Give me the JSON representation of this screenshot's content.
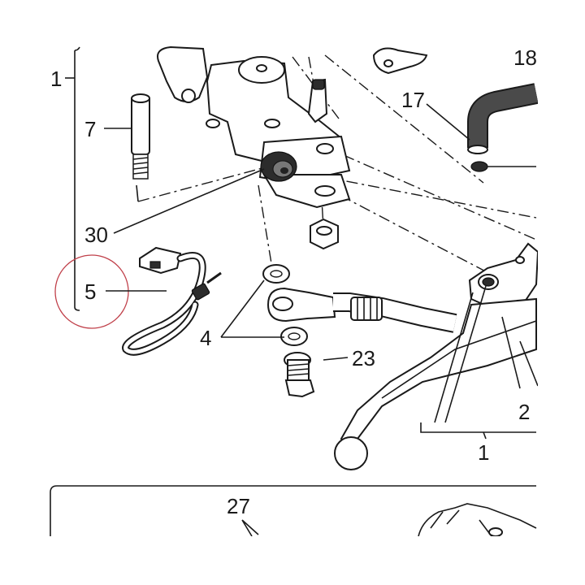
{
  "callouts": {
    "c1_top": "1",
    "c7": "7",
    "c30": "30",
    "c5": "5",
    "c4": "4",
    "c23": "23",
    "c17": "17",
    "c18": "18",
    "c2": "2",
    "c1_bottom": "1",
    "c27": "27"
  },
  "colors": {
    "ink": "#1a1a1a",
    "highlight_circle": "#c0404a",
    "hose": "#4a4a4a"
  }
}
